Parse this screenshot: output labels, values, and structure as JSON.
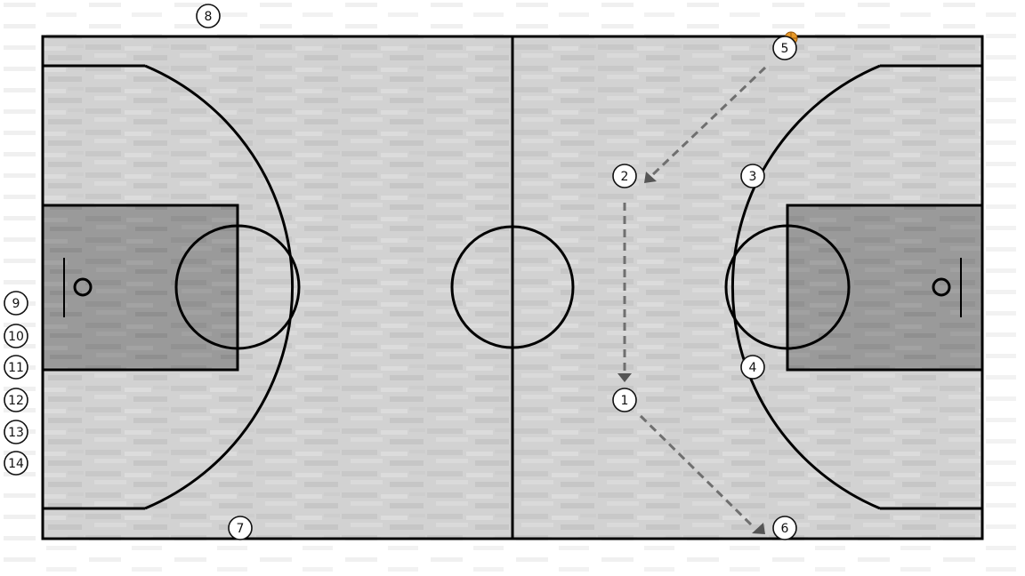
{
  "colors": {
    "court_floor": "#d3d3d3",
    "paint": "#9a9a9a",
    "lines": "#000000",
    "arrows": "#6f6f6f",
    "ball": "#e89a2a"
  },
  "players": [
    {
      "id": "p1",
      "label": "1",
      "on_court": true
    },
    {
      "id": "p2",
      "label": "2",
      "on_court": true
    },
    {
      "id": "p3",
      "label": "3",
      "on_court": true
    },
    {
      "id": "p4",
      "label": "4",
      "on_court": true
    },
    {
      "id": "p5",
      "label": "5",
      "on_court": true,
      "has_ball": true
    },
    {
      "id": "p6",
      "label": "6",
      "on_court": true
    },
    {
      "id": "p7",
      "label": "7",
      "on_court": true
    },
    {
      "id": "p8",
      "label": "8",
      "on_court": false
    },
    {
      "id": "p9",
      "label": "9",
      "on_court": false
    },
    {
      "id": "p10",
      "label": "10",
      "on_court": false
    },
    {
      "id": "p11",
      "label": "11",
      "on_court": false
    },
    {
      "id": "p12",
      "label": "12",
      "on_court": false
    },
    {
      "id": "p13",
      "label": "13",
      "on_court": false
    },
    {
      "id": "p14",
      "label": "14",
      "on_court": false
    }
  ],
  "movements": [
    {
      "from": "5",
      "to": "2",
      "style": "dashed"
    },
    {
      "from": "2",
      "to": "1",
      "style": "dashed"
    },
    {
      "from": "1",
      "to": "6",
      "style": "dashed"
    }
  ]
}
